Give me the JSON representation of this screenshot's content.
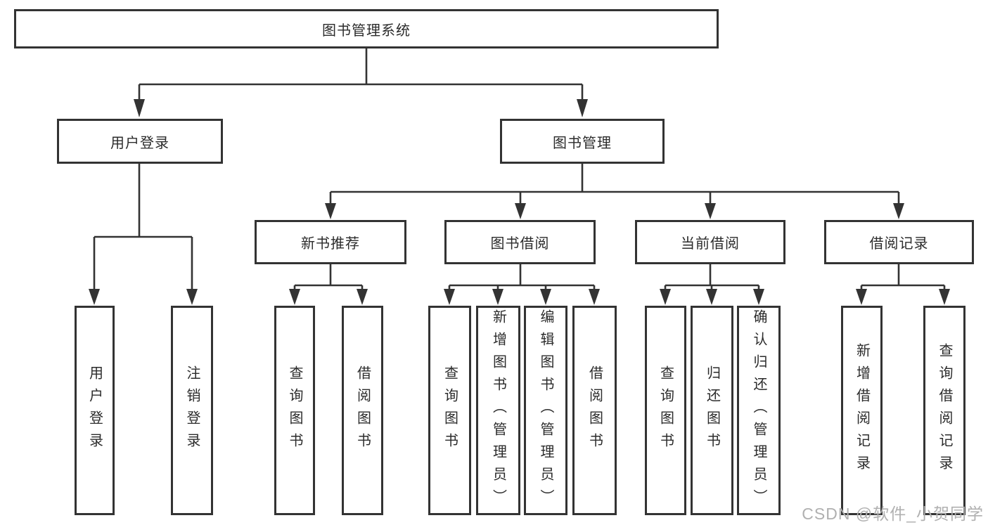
{
  "watermark": "CSDN @软件_小贺同学",
  "colors": {
    "line": "#333333",
    "box_border": "#333333",
    "text": "#2b2b2b",
    "watermark": "#b0b0b0",
    "background": "#ffffff"
  },
  "tree": {
    "root": "图书管理系统",
    "branches": [
      {
        "label": "用户登录",
        "children": [
          "用户登录",
          "注销登录"
        ]
      },
      {
        "label": "图书管理",
        "groups": [
          {
            "label": "新书推荐",
            "children": [
              "查询图书",
              "借阅图书"
            ]
          },
          {
            "label": "图书借阅",
            "children": [
              "查询图书",
              "新增图书（管理员）",
              "编辑图书（管理员）",
              "借阅图书"
            ]
          },
          {
            "label": "当前借阅",
            "children": [
              "查询图书",
              "归还图书",
              "确认归还（管理员）"
            ]
          },
          {
            "label": "借阅记录",
            "children": [
              "新增借阅记录",
              "查询借阅记录"
            ]
          }
        ]
      }
    ]
  }
}
